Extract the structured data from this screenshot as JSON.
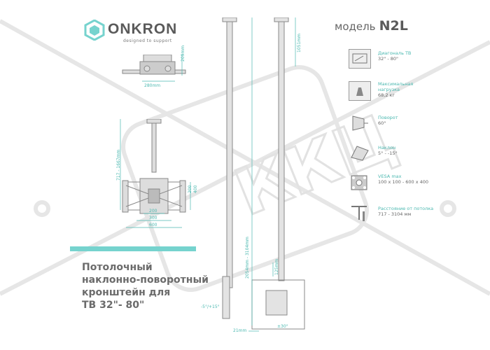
{
  "brand": {
    "name": "ONKRON",
    "tagline": "designed to support",
    "accent_color": "#76d3ce"
  },
  "model": {
    "label": "модель",
    "name": "N2L"
  },
  "watermark": {
    "text": "ККЦ",
    "color": "#e4e4e4"
  },
  "specs": [
    {
      "icon": "tv-icon",
      "title": "Диагональ ТВ",
      "value": "32\" - 80\""
    },
    {
      "icon": "weight-icon",
      "title": "Максимальная нагрузка",
      "value": "68,2 кг"
    },
    {
      "icon": "rotate-icon",
      "title": "Поворот",
      "value": "60°"
    },
    {
      "icon": "tilt-icon",
      "title": "Наклон",
      "value": "5° - -15°"
    },
    {
      "icon": "vesa-icon",
      "title": "VESA max",
      "value": "100 x 100 - 600 x 400"
    },
    {
      "icon": "distance-icon",
      "title": "Расстояние от потолка",
      "value": "717 - 3104 мм"
    }
  ],
  "dimensions": {
    "top_width": "280mm",
    "top_height": "209mm",
    "pole_range_left": "717 - 1667mm",
    "vesa_w1": "200",
    "vesa_w2": "300",
    "vesa_w3": "600",
    "vesa_h": "400",
    "vesa_h2": "200",
    "tall_top": "1051mm",
    "tall_range": "2054mm - 3104mm",
    "small_h": "125mm",
    "tilt": "-5°/+15°",
    "depth": "21mm",
    "rotation": "±30°"
  },
  "description": {
    "line1": "Потолочный",
    "line2": "наклонно-поворотный",
    "line3": "кронштейн для",
    "line4": "ТВ 32\"- 80\""
  }
}
